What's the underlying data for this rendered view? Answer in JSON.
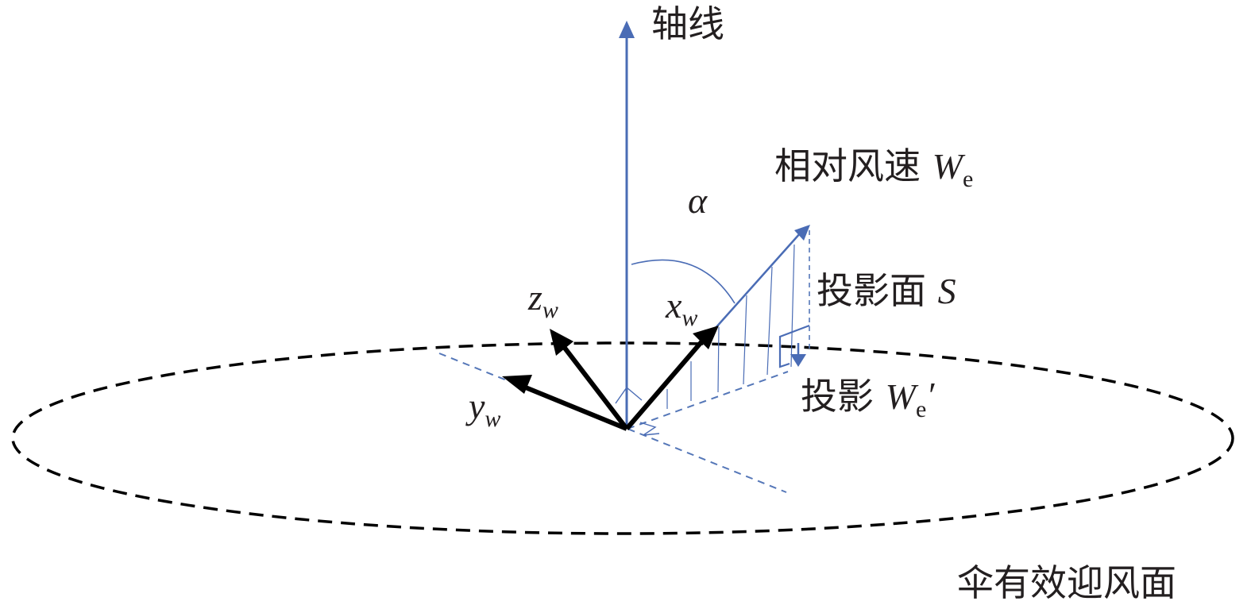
{
  "labels": {
    "axis": "轴线",
    "relative_wind": {
      "text": "相对风速 ",
      "symbol": "W",
      "subscript": "e"
    },
    "alpha": "α",
    "projection_plane": {
      "text": "投影面 ",
      "symbol": "S"
    },
    "projection": {
      "text": "投影 ",
      "symbol": "W",
      "subscript": "e",
      "prime": "′"
    },
    "xw": {
      "symbol": "x",
      "subscript": "w"
    },
    "yw": {
      "symbol": "y",
      "subscript": "w"
    },
    "zw": {
      "symbol": "z",
      "subscript": "w"
    },
    "canopy_surface": "伞有效迎风面"
  },
  "colors": {
    "blue": "#4a6cb5",
    "black": "#000000",
    "dashed_blue": "#5577b8",
    "text": "#231f20"
  }
}
